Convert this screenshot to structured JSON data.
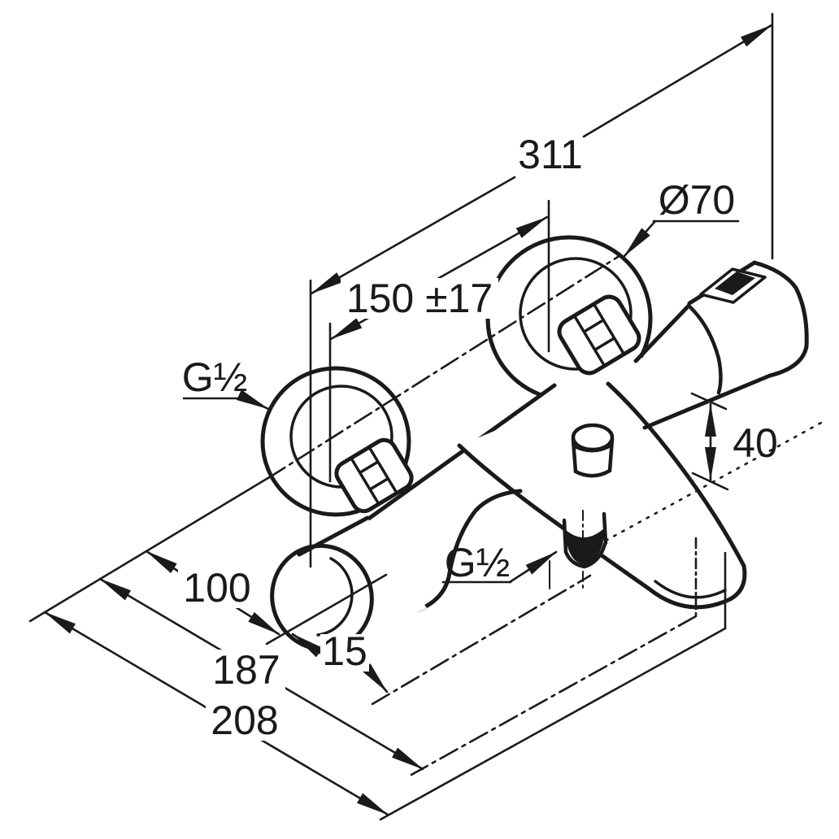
{
  "drawing": {
    "colors": {
      "ink": "#1a1a1a",
      "paper": "#ffffff"
    },
    "labels": {
      "overall_width": "311",
      "flange_diameter": "Ø70",
      "connection_spacing": "150 ±17",
      "thread_wall_connection": "G½",
      "spout_drop": "40",
      "depth_handle_front": "100",
      "thread_hose_connection": "G½",
      "offset_spout": "15",
      "depth_spout_outlet": "187",
      "overall_depth": "208"
    }
  }
}
